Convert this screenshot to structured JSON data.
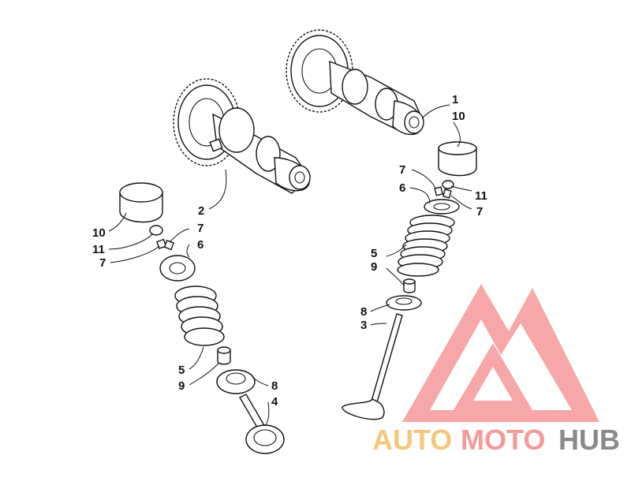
{
  "callouts": {
    "c1": "1",
    "c10a": "10",
    "c7a": "7",
    "c6a": "6",
    "c11a": "11",
    "c7b": "7",
    "c5a": "5",
    "c9a": "9",
    "c8a": "8",
    "c3": "3",
    "c2": "2",
    "c10b": "10",
    "c7c": "7",
    "c11b": "11",
    "c6b": "6",
    "c7d": "7",
    "c5b": "5",
    "c9b": "9",
    "c8b": "8",
    "c4": "4"
  },
  "watermark": {
    "word_auto": "AUTO",
    "word_moto": "MOTO",
    "word_hub": "HUB",
    "colors": {
      "auto": "#f5c77e",
      "moto": "#f59a9a",
      "hub": "#8a8a8a",
      "logo": "#f58a8a"
    }
  }
}
